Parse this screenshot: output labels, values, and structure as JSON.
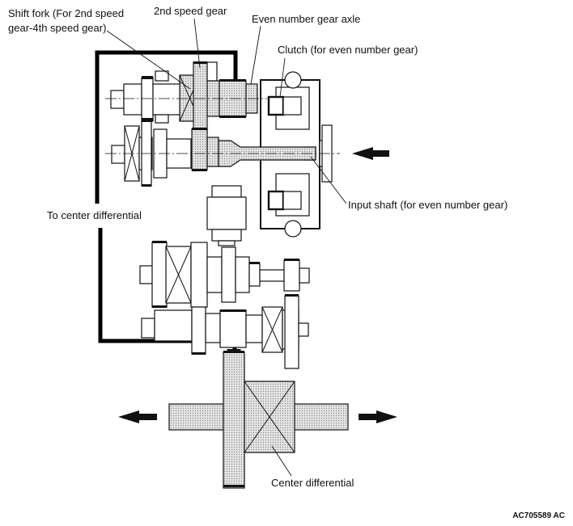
{
  "labels": {
    "shift_fork_line1": "Shift fork (For 2nd speed",
    "shift_fork_line2": "gear-4th speed gear)",
    "second_speed_gear": "2nd speed gear",
    "even_axle": "Even number gear axle",
    "clutch": "Clutch (for even number gear)",
    "to_center_diff": "To center differential",
    "input_shaft": "Input shaft (for even number gear)",
    "center_diff": "Center differential"
  },
  "figure_code": "AC705589 AC",
  "colors": {
    "line": "#111111",
    "hatch_dot": "#8a8a8a",
    "background": "#ffffff"
  },
  "icons": [
    "arrow-left-icon",
    "arrow-right-icon",
    "arrow-down-icon"
  ]
}
